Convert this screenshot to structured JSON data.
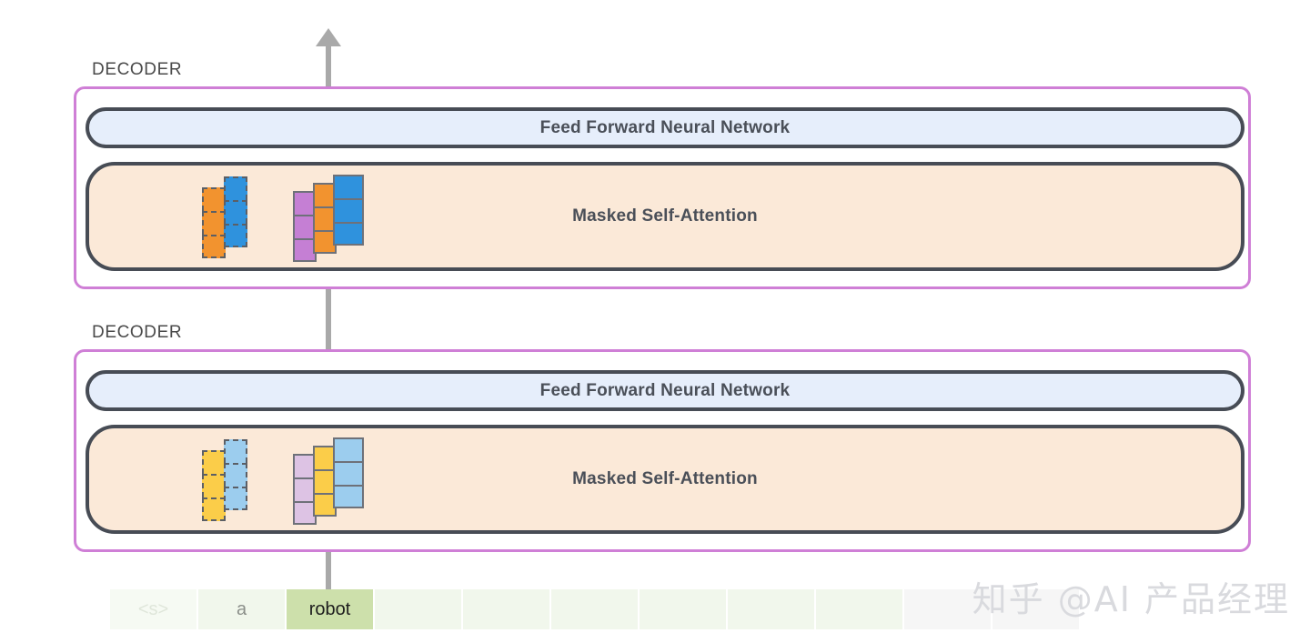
{
  "diagram": {
    "title": "GPT-2 masked self-attention decoder stack",
    "arrow": {
      "name": "upward-flow-arrow",
      "color": "#a9a9a9"
    }
  },
  "colors": {
    "frame_border": "#cf7fd6",
    "sublayer_border": "#474c55",
    "ffnn_fill": "#e6eefb",
    "attention_fill": "#fbe9d8",
    "orange": "#f2932f",
    "blue": "#2f92dd",
    "purple": "#c57fd4",
    "light_yellow": "#fbcd49",
    "light_blue": "#9ccdee",
    "light_purple": "#ddc3e4",
    "token_active": "#cde0ab",
    "token_empty": "#f1f7ec"
  },
  "decoders": [
    {
      "label": "DECODER",
      "ffnn_label": "Feed Forward Neural Network",
      "attention_label": "Masked Self-Attention",
      "input_stack": {
        "columns": [
          {
            "name": "input-vector-orange",
            "color": "#f2932f",
            "cells": 3,
            "style": "dashed"
          },
          {
            "name": "input-vector-blue",
            "color": "#2f92dd",
            "cells": 3,
            "style": "dashed"
          }
        ]
      },
      "output_stack": {
        "columns": [
          {
            "name": "output-vector-purple",
            "color": "#c57fd4",
            "cells": 3,
            "style": "solid"
          },
          {
            "name": "output-vector-orange",
            "color": "#f2932f",
            "cells": 3,
            "style": "solid"
          },
          {
            "name": "output-vector-blue",
            "color": "#2f92dd",
            "cells": 3,
            "style": "solid"
          }
        ]
      }
    },
    {
      "label": "DECODER",
      "ffnn_label": "Feed Forward Neural Network",
      "attention_label": "Masked Self-Attention",
      "input_stack": {
        "columns": [
          {
            "name": "input-vector-yellow",
            "color": "#fbcd49",
            "cells": 3,
            "style": "dashed"
          },
          {
            "name": "input-vector-lightblue",
            "color": "#9ccdee",
            "cells": 3,
            "style": "dashed"
          }
        ]
      },
      "output_stack": {
        "columns": [
          {
            "name": "output-vector-lightpurple",
            "color": "#ddc3e4",
            "cells": 3,
            "style": "solid"
          },
          {
            "name": "output-vector-yellow",
            "color": "#fbcd49",
            "cells": 3,
            "style": "solid"
          },
          {
            "name": "output-vector-lightblue",
            "color": "#9ccdee",
            "cells": 3,
            "style": "solid"
          }
        ]
      }
    }
  ],
  "tokens": [
    {
      "text": "<s>",
      "state": "faint"
    },
    {
      "text": "a",
      "state": "dim"
    },
    {
      "text": "robot",
      "state": "active"
    },
    {
      "text": "",
      "state": "empty"
    },
    {
      "text": "",
      "state": "empty"
    },
    {
      "text": "",
      "state": "empty"
    },
    {
      "text": "",
      "state": "empty"
    },
    {
      "text": "",
      "state": "empty"
    },
    {
      "text": "",
      "state": "empty"
    },
    {
      "text": "",
      "state": "ghost"
    },
    {
      "text": "",
      "state": "ghost"
    }
  ],
  "watermark": "知乎 @AI 产品经理"
}
